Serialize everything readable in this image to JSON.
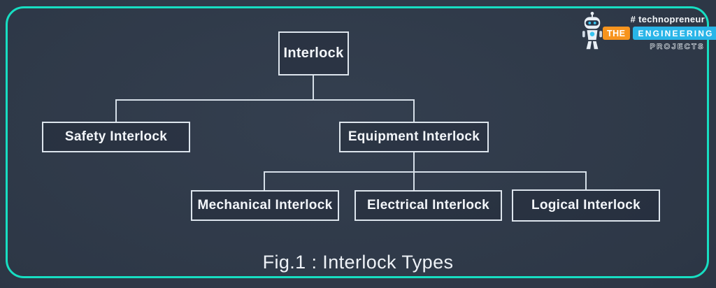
{
  "figure": {
    "caption": "Fig.1 : Interlock Types"
  },
  "diagram": {
    "nodes": {
      "root": {
        "label": "Interlock"
      },
      "safety": {
        "label": "Safety Interlock"
      },
      "equipment": {
        "label": "Equipment Interlock"
      },
      "mechanical": {
        "label": "Mechanical Interlock"
      },
      "electrical": {
        "label": "Electrical Interlock"
      },
      "logical": {
        "label": "Logical Interlock"
      }
    },
    "edges": [
      [
        "Interlock",
        "Safety Interlock"
      ],
      [
        "Interlock",
        "Equipment Interlock"
      ],
      [
        "Equipment Interlock",
        "Mechanical Interlock"
      ],
      [
        "Equipment Interlock",
        "Electrical Interlock"
      ],
      [
        "Equipment Interlock",
        "Logical Interlock"
      ]
    ]
  },
  "brand": {
    "tagline": "# technopreneur",
    "name_part1": "THE",
    "name_part2": "ENGINEERING",
    "name_part3": "PROJECTS",
    "robot_icon": "robot-mascot-icon"
  },
  "colors": {
    "frame_border": "#17dec2",
    "background_center": "#333f4f",
    "background_edge": "#222c3a",
    "node_border": "#dde5ed",
    "connector": "#d6dfe8",
    "text": "#f3f6fa",
    "brand_orange": "#f7941e",
    "brand_blue": "#29b5e8"
  }
}
